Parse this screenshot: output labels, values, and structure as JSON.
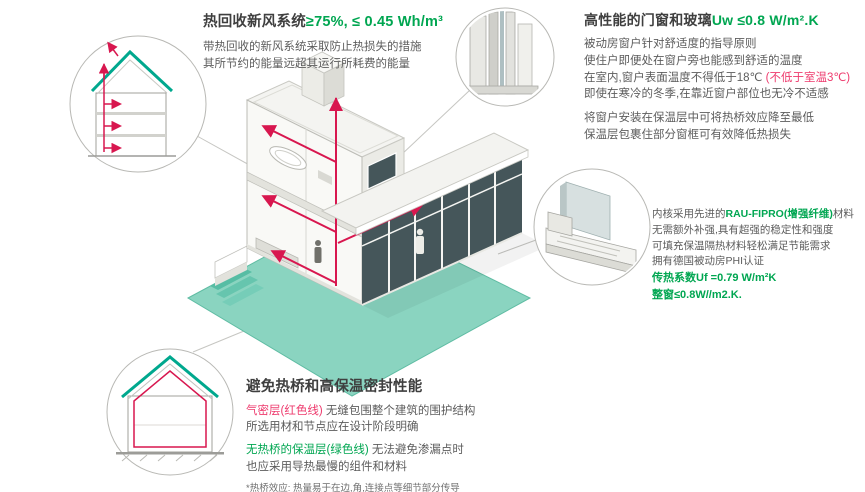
{
  "colors": {
    "accent_green": "#00a651",
    "accent_teal": "#00a88e",
    "accent_red": "#d8174f",
    "label_pink": "#ee3a6d",
    "ground_teal": "#8ad4c0"
  },
  "callouts": {
    "heat_recovery": {
      "title_main": "热回收新风系统",
      "title_value": "≥75%, ≤ 0.45 Wh/m³",
      "line1": "带热回收的新风系统采取防止热损失的措施",
      "line2": "其所节约的能量远超其运行所耗费的能量"
    },
    "windows": {
      "title_main": "高性能的门窗和玻璃",
      "title_value": "Uw ≤0.8 W/m².K",
      "line1": "被动房窗户针对舒适度的指导原则",
      "line2": "使住户即便处在窗户旁也能感到舒适的温度",
      "line3_pre": "在室内,窗户表面温度不得低于18℃ ",
      "line3_red": "(不低于室温3℃)",
      "line4": "即使在寒冷的冬季,在靠近窗户部位也无冷不适感",
      "line5": "将窗户安装在保温层中可将热桥效应降至最低",
      "line6": "保温层包裹住部分窗框可有效降低热损失"
    },
    "profile": {
      "line1_pre": "内核采用先进的",
      "line1_highlight": "RAU-FIPRO(增强纤维)",
      "line1_post": "材料",
      "line2": "无需额外补强,具有超强的稳定性和强度",
      "line3": "可填充保温隔热材料轻松满足节能需求",
      "line4": "拥有德国被动房PHI认证",
      "stat1": "传热系数Uf =0.79 W/m²K",
      "stat2": "整窗≤0.8W//m2.K."
    },
    "thermal": {
      "title": "避免热桥和高保温密封性能",
      "red_label": "气密层(红色线)",
      "line1_rest": " 无缝包围整个建筑的围护结构",
      "line2": "所选用材和节点应在设计阶段明确",
      "green_label": "无热桥的保温层(绿色线)",
      "line3_rest": " 无法避免渗漏点时",
      "line4": "也应采用导热最慢的组件和材料",
      "footnote": "*热桥效应: 热量易于在边,角,连接点等细节部分传导"
    }
  }
}
